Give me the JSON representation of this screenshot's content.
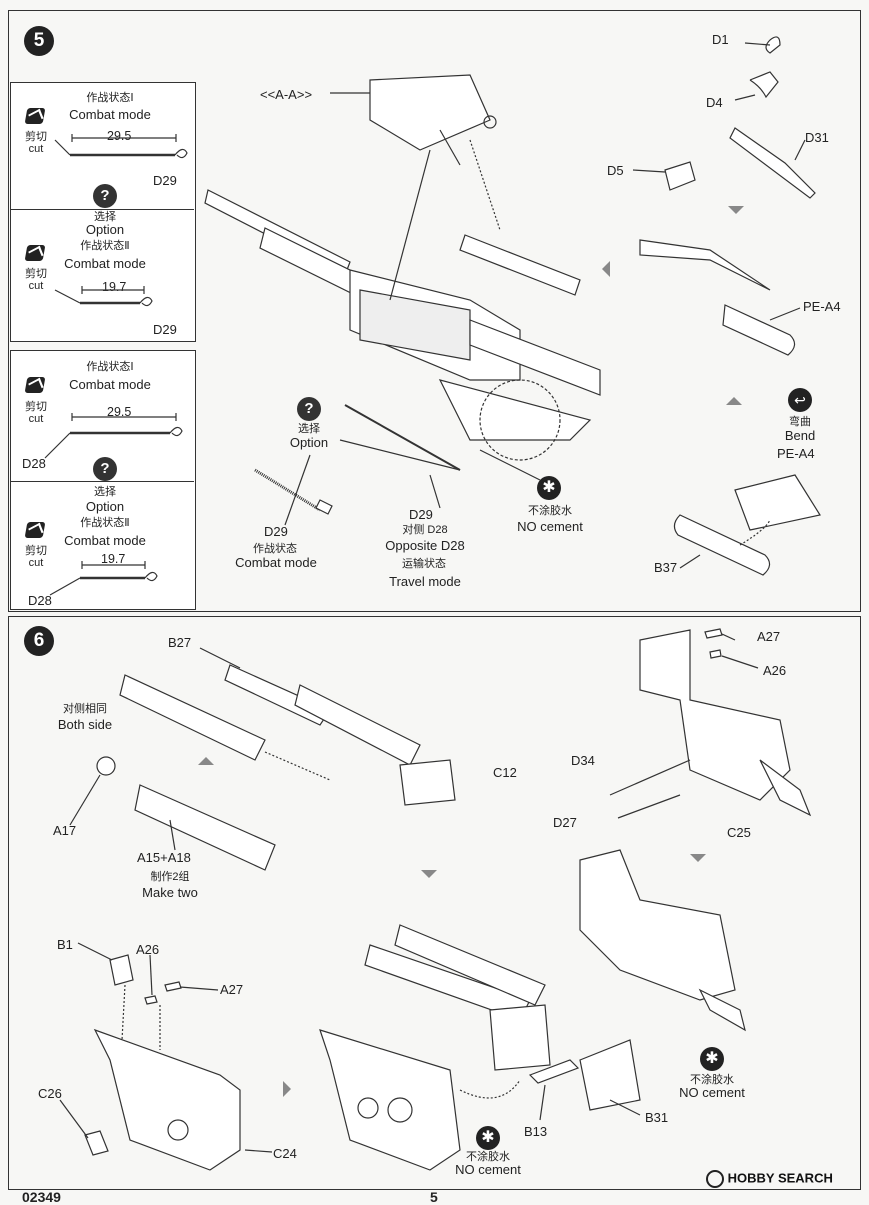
{
  "step5": {
    "number": "5",
    "section_label": "<<A-A>>",
    "boxes": [
      {
        "title_cn": "作战状态Ⅰ",
        "title_en": "Combat mode",
        "cut_cn": "剪切",
        "cut_en": "cut",
        "measure": "29.5",
        "part": "D29"
      },
      {
        "option_cn": "选择",
        "option_en": "Option",
        "title_cn": "作战状态Ⅱ",
        "title_en": "Combat mode",
        "cut_cn": "剪切",
        "cut_en": "cut",
        "measure": "19.7",
        "part": "D29"
      },
      {
        "title_cn": "作战状态Ⅰ",
        "title_en": "Combat mode",
        "cut_cn": "剪切",
        "cut_en": "cut",
        "measure": "29.5",
        "part": "D28"
      },
      {
        "option_cn": "选择",
        "option_en": "Option",
        "title_cn": "作战状态Ⅱ",
        "title_en": "Combat mode",
        "cut_cn": "剪切",
        "cut_en": "cut",
        "measure": "19.7",
        "part": "D28"
      }
    ],
    "option_mid": {
      "cn": "选择",
      "en": "Option"
    },
    "d29_left": {
      "part": "D29",
      "cn": "作战状态",
      "en": "Combat mode"
    },
    "d29_mid": {
      "part": "D29",
      "opposite_cn": "对侧 D28",
      "opposite_en": "Opposite D28",
      "travel_cn": "运输状态",
      "travel_en": "Travel mode"
    },
    "no_cement": {
      "cn": "不涂胶水",
      "en": "NO cement"
    },
    "parts": {
      "d1": "D1",
      "d4": "D4",
      "d5": "D5",
      "d31": "D31",
      "pea4": "PE-A4",
      "pea4b": "PE-A4",
      "b37": "B37"
    },
    "bend": {
      "cn": "弯曲",
      "en": "Bend"
    }
  },
  "step6": {
    "number": "6",
    "parts": {
      "b27": "B27",
      "c12": "C12",
      "a17": "A17",
      "a15a18": "A15+A18",
      "a27_top": "A27",
      "a26_top": "A26",
      "d34": "D34",
      "d27": "D27",
      "c25": "C25",
      "b1": "B1",
      "a26": "A26",
      "a27": "A27",
      "c26": "C26",
      "c24": "C24",
      "b13": "B13",
      "b31": "B31"
    },
    "both_side": {
      "cn": "对侧相同",
      "en": "Both side"
    },
    "make_two": {
      "cn": "制作2组",
      "en": "Make two"
    },
    "no_cement_right": {
      "cn": "不涂胶水",
      "en": "NO cement"
    },
    "no_cement_bottom": {
      "cn": "不涂胶水",
      "en": "NO cement"
    }
  },
  "footer": {
    "page_code": "02349",
    "page_num": "5",
    "watermark": "HOBBY SEARCH"
  }
}
